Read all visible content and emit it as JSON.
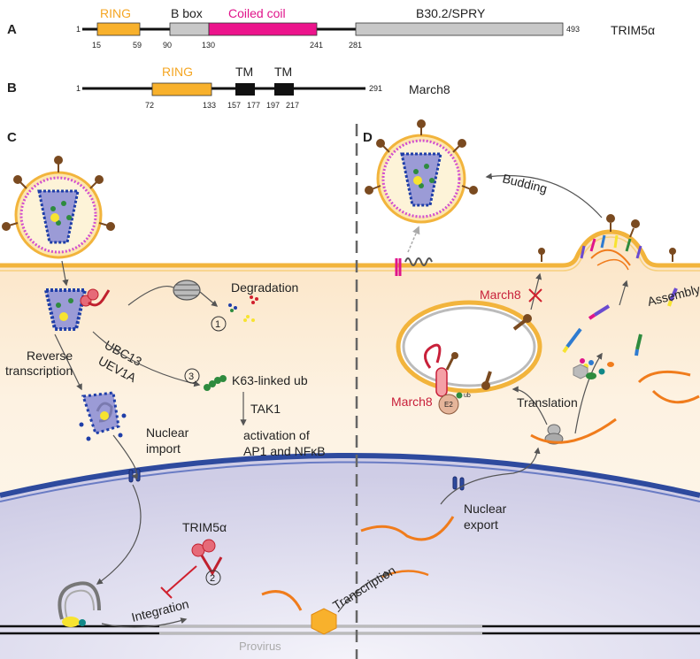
{
  "panels": {
    "a": "A",
    "b": "B",
    "c": "C",
    "d": "D"
  },
  "trim5a": {
    "name": "TRIM5α",
    "domains": {
      "ring": "RING",
      "bbox": "B box",
      "coiled": "Coiled coil",
      "spry": "B30.2/SPRY"
    },
    "positions": {
      "start": "1",
      "end": "493",
      "p15": "15",
      "p59": "59",
      "p90": "90",
      "p130": "130",
      "p241": "241",
      "p281": "281"
    }
  },
  "march8_domains": {
    "name": "March8",
    "ring": "RING",
    "tm1": "TM",
    "tm2": "TM",
    "positions": {
      "start": "1",
      "end": "291",
      "p72": "72",
      "p133": "133",
      "p157": "157",
      "p177": "177",
      "p197": "197",
      "p217": "217"
    }
  },
  "panel_c": {
    "degradation": "Degradation",
    "step1": "1",
    "ubc13": "UBC13",
    "uev1a": "UEV1A",
    "step3": "3",
    "k63": "K63-linked ub",
    "tak1": "TAK1",
    "activation1": "activation of",
    "activation2": "AP1 and NFκB",
    "reverse1": "Reverse",
    "reverse2": "transcription",
    "nuclear_import1": "Nuclear",
    "nuclear_import2": "import",
    "trim5a": "TRIM5α",
    "step2": "2",
    "integration": "Integration",
    "provirus": "Provirus"
  },
  "panel_d": {
    "budding": "Budding",
    "march8_top": "March8",
    "assembly": "Assembly",
    "march8_bottom": "March8",
    "e2": "E2",
    "ub": "ub",
    "translation": "Translation",
    "nuclear_export1": "Nuclear",
    "nuclear_export2": "export",
    "transcription": "Transcription"
  },
  "colors": {
    "ring": "#f8b12c",
    "coiled": "#ec148c",
    "grey": "#c8c8c8",
    "membrane": "#f2b43c",
    "cytoplasm": "#fdf0dc",
    "nucleus": "#d6d5ea",
    "nuclear_envelope": "#2e4a9e",
    "red": "#d0202e",
    "march8_text": "#c8203a",
    "orange_rna": "#f07c1c"
  }
}
